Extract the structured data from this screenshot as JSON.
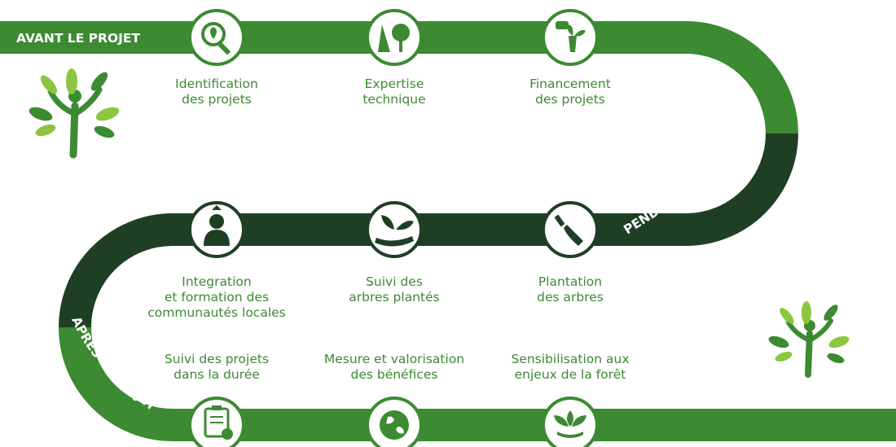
{
  "colors": {
    "track_green": "#3c8a32",
    "track_dark": "#1f3f24",
    "text_green": "#3c8a32",
    "leaf_light": "#8cc63f",
    "leaf_dark": "#3c8a32"
  },
  "phases": {
    "before": "AVANT LE PROJET",
    "during": "PENDANT LE PROJET",
    "after": "APRÈS LE PROJET"
  },
  "steps": [
    {
      "icon": "magnifier-tree-icon",
      "line1": "Identification",
      "line2": "des projets",
      "line3": ""
    },
    {
      "icon": "trees-icon",
      "line1": "Expertise",
      "line2": "technique",
      "line3": ""
    },
    {
      "icon": "hand-watering-plant-icon",
      "line1": "Financement",
      "line2": "des projets",
      "line3": ""
    },
    {
      "icon": "trowel-icon",
      "line1": "Plantation",
      "line2": "des arbres",
      "line3": ""
    },
    {
      "icon": "hands-sprout-icon",
      "line1": "Suivi des",
      "line2": "arbres plantés",
      "line3": ""
    },
    {
      "icon": "person-icon",
      "line1": "Integration",
      "line2": "et formation des",
      "line3": "communautés locales"
    },
    {
      "icon": "clipboard-check-icon",
      "line1": "Suivi des projets",
      "line2": "dans la durée",
      "line3": ""
    },
    {
      "icon": "globe-icon",
      "line1": "Mesure et valorisation",
      "line2": "des bénéfices",
      "line3": ""
    },
    {
      "icon": "lotus-leaves-icon",
      "line1": "Sensibilisation aux",
      "line2": "enjeux de la forêt",
      "line3": ""
    }
  ]
}
